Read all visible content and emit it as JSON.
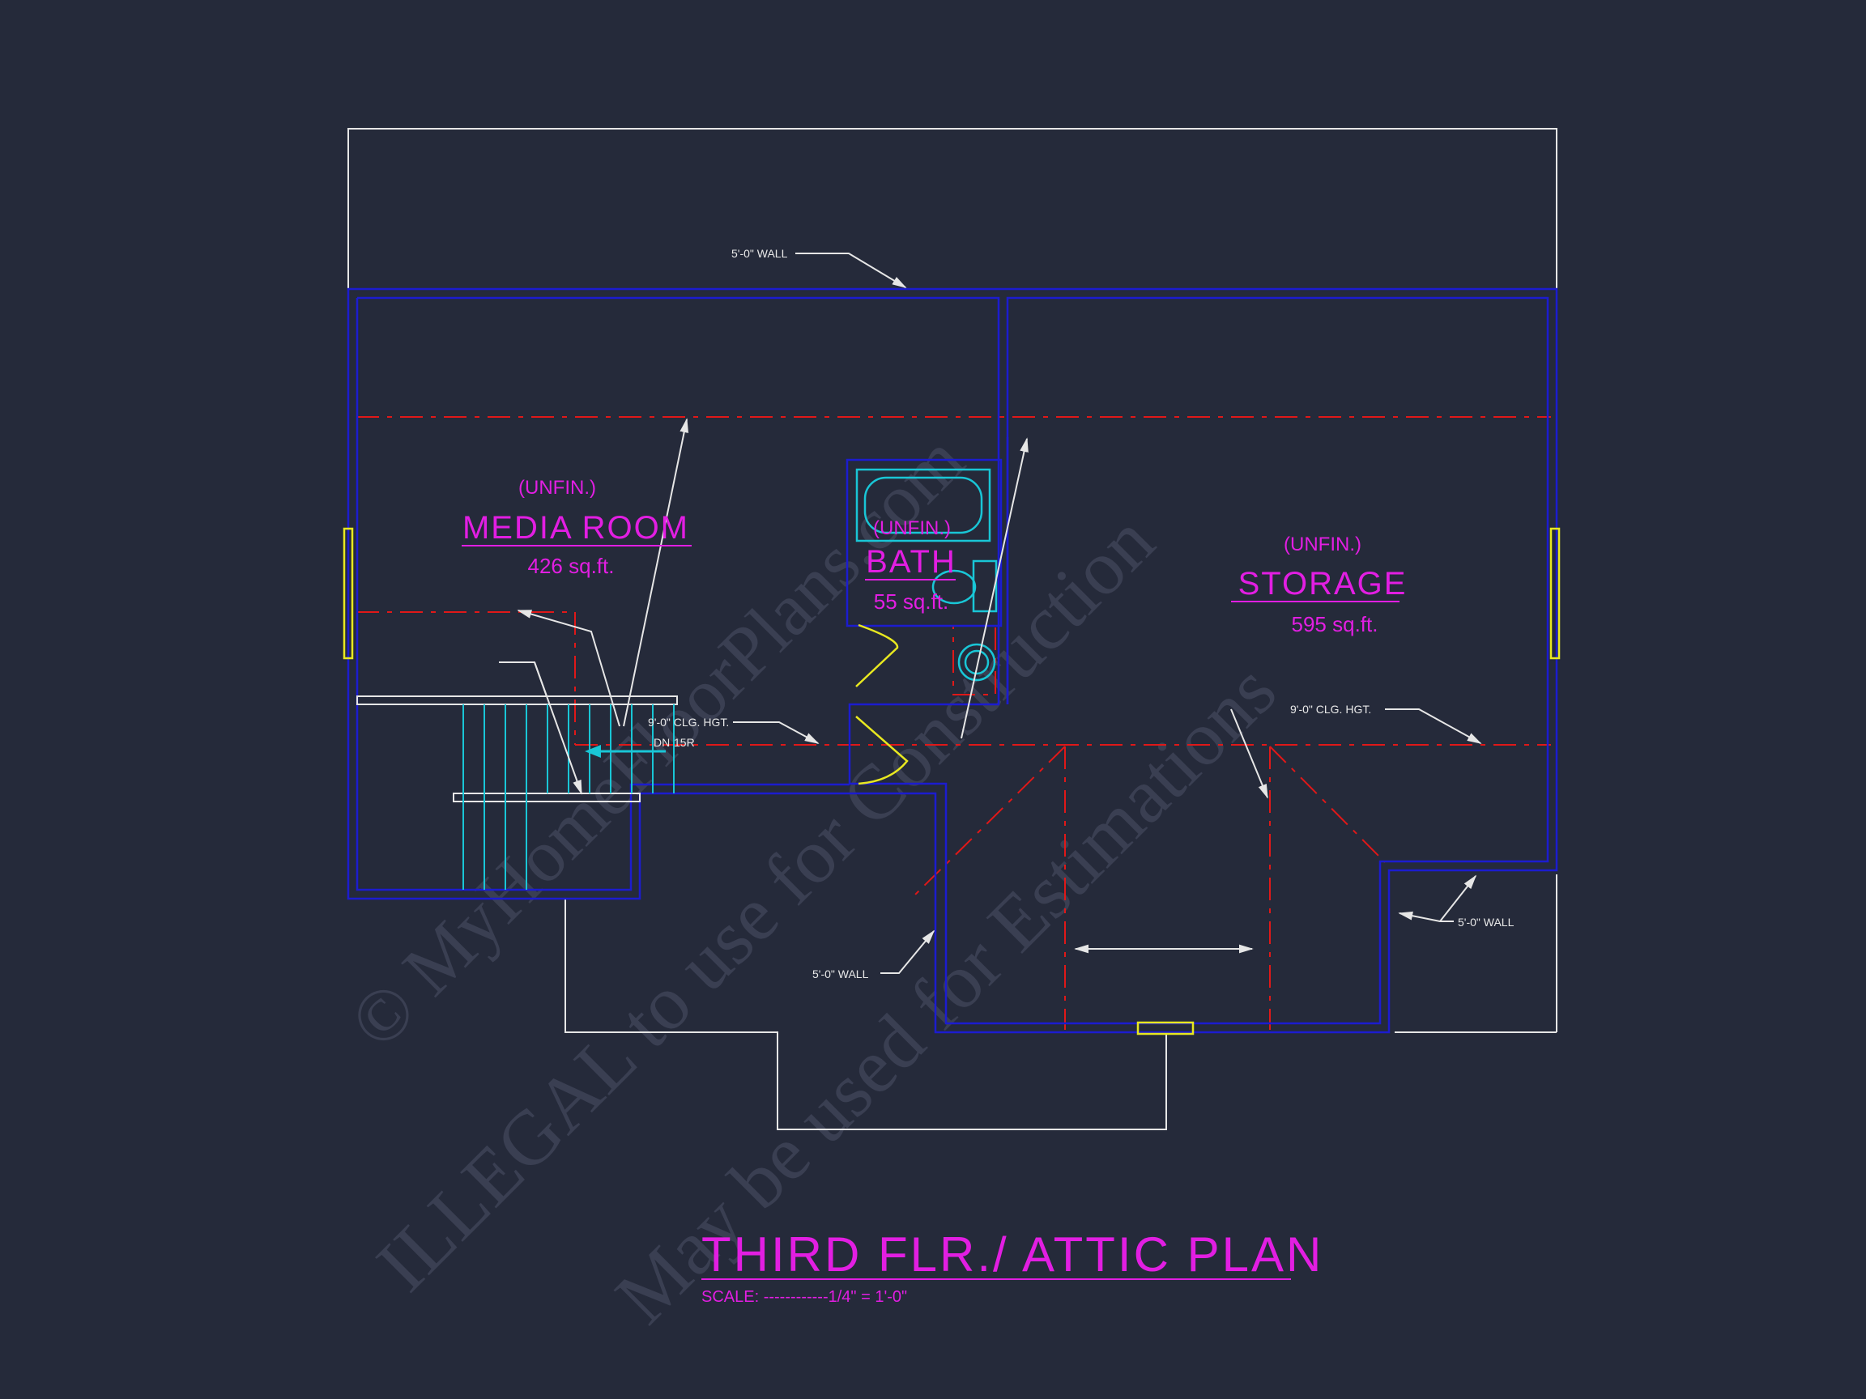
{
  "watermark": {
    "line1": "© MyHomeFloorPlans.com",
    "line2": "ILLEGAL to use for Construction",
    "line3": "May be used for Estimations"
  },
  "rooms": {
    "media": {
      "status": "(UNFIN.)",
      "name": "MEDIA ROOM",
      "area": "426 sq.ft."
    },
    "bath": {
      "status": "(UNFIN.)",
      "name": "BATH",
      "area": "55 sq.ft."
    },
    "storage": {
      "status": "(UNFIN.)",
      "name": "STORAGE",
      "area": "595 sq.ft."
    }
  },
  "notes": {
    "wall_top": "5'-0\" WALL",
    "ceiling_left": "9'-0\" CLG. HGT.",
    "stair_dn": "DN",
    "stair_r": "15R",
    "ceiling_right": "9'-0\" CLG. HGT.",
    "wall_right": "5'-0\" WALL",
    "wall_bottom": "5'-0\" WALL"
  },
  "title": {
    "main": "THIRD FLR./ ATTIC PLAN",
    "scale": "SCALE: ------------1/4\" = 1'-0\""
  },
  "colors": {
    "background": "#252a3a",
    "wall": "#1c1ccf",
    "outline": "#e6e6e6",
    "ceiling_line": "#e01818",
    "fixture": "#19c6d6",
    "door": "#e8e820",
    "text": "#e21ee2"
  }
}
